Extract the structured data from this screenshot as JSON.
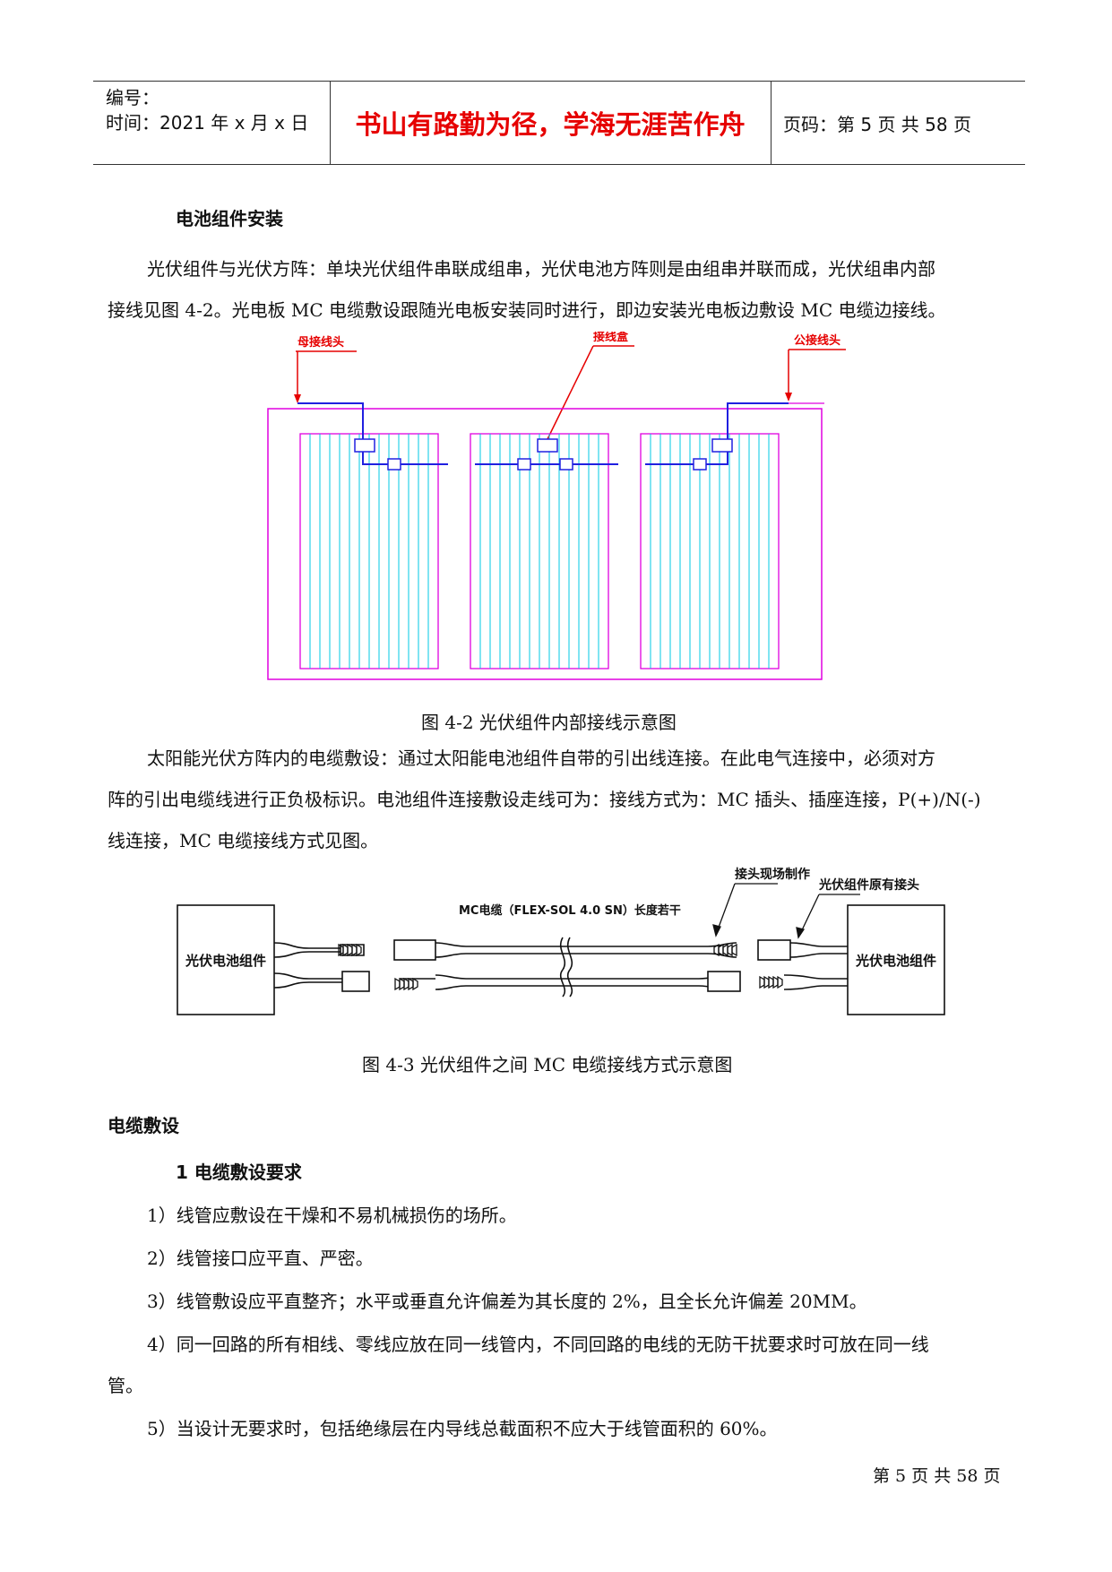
{
  "header": {
    "number_label": "编号：",
    "time_label": "时间：2021 年 x 月 x 日",
    "motto": "书山有路勤为径，学海无涯苦作舟",
    "page_label": "页码：第 5 页  共 58 页"
  },
  "section1": {
    "title": "电池组件安装",
    "para1_line1": "光伏组件与光伏方阵：单块光伏组件串联成组串，光伏电池方阵则是由组串并联而成，光伏组串内部",
    "para1_line2": "接线见图 4-2。光电板 MC 电缆敷设跟随光电板安装同时进行，即边安装光电板边敷设 MC 电缆边接线。"
  },
  "figure1": {
    "label_female": "母接线头",
    "label_junction": "接线盒",
    "label_male": "公接线头",
    "caption": "图 4-2 光伏组件内部接线示意图",
    "accent_red": "#e60000",
    "frame_magenta": "#e000e0",
    "cell_cyan": "#00c8e6",
    "wire_blue": "#2020e0"
  },
  "para2": {
    "line1": "太阳能光伏方阵内的电缆敷设：通过太阳能电池组件自带的引出线连接。在此电气连接中，必须对方",
    "line2": "阵的引出电缆线进行正负极标识。电池组件连接敷设走线可为：接线方式为：MC 插头、插座连接，P(+)/N(-)",
    "line3": "线连接，MC 电缆接线方式见图。"
  },
  "figure2": {
    "left_box": "光伏电池组件",
    "right_box": "光伏电池组件",
    "cable_label": "MC电缆（FLEX-SOL 4.0 SN）长度若干",
    "label_site": "接头现场制作",
    "label_original": "光伏组件原有接头",
    "caption": "图 4-3  光伏组件之间 MC 电缆接线方式示意图"
  },
  "section2": {
    "title": "电缆敷设",
    "subtitle": "1  电缆敷设要求",
    "items": [
      "1）线管应敷设在干燥和不易机械损伤的场所。",
      "2）线管接口应平直、严密。",
      "3）线管敷设应平直整齐；水平或垂直允许偏差为其长度的 2%，且全长允许偏差 20MM。",
      "4）同一回路的所有相线、零线应放在同一线管内，不同回路的电线的无防干扰要求时可放在同一线",
      "管。",
      "5）当设计无要求时，包括绝缘层在内导线总截面积不应大于线管面积的 60%。"
    ]
  },
  "footer": {
    "page": "第 5 页 共 58 页"
  }
}
